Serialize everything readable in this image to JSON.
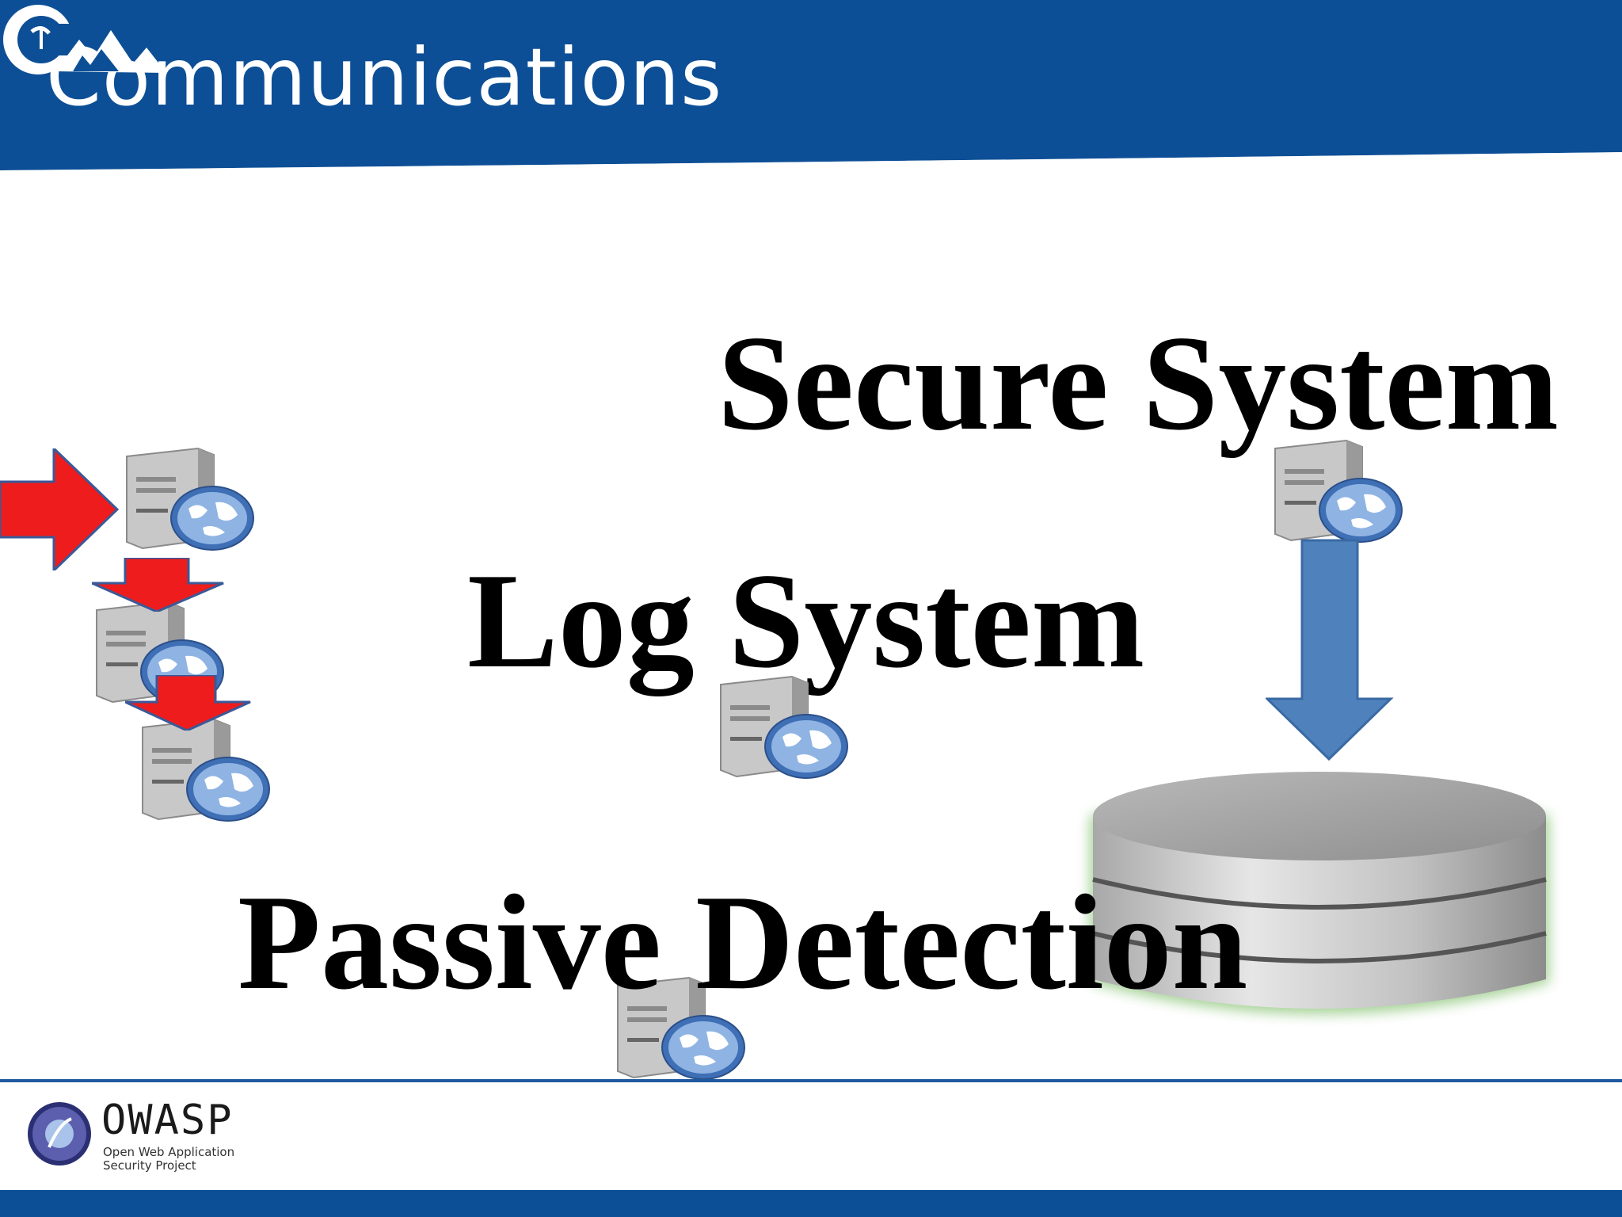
{
  "slide": {
    "title": "Communications",
    "labels": {
      "secure": "Secure System",
      "log": "Log System",
      "passive": "Passive Detection"
    }
  },
  "footer": {
    "org_name": "OWASP",
    "org_subtitle_line1": "Open Web Application",
    "org_subtitle_line2": "Security Project"
  },
  "colors": {
    "header_blue": "#0d4f96",
    "red_arrow": "#ee1c1c",
    "blue_arrow": "#4f81bd",
    "db_glow": "#7fbf6a"
  },
  "icons": {
    "server": "server-globe-icon",
    "database": "database-icon",
    "corner_logo": "mountain-logo-icon",
    "owasp_logo": "owasp-logo-icon"
  }
}
